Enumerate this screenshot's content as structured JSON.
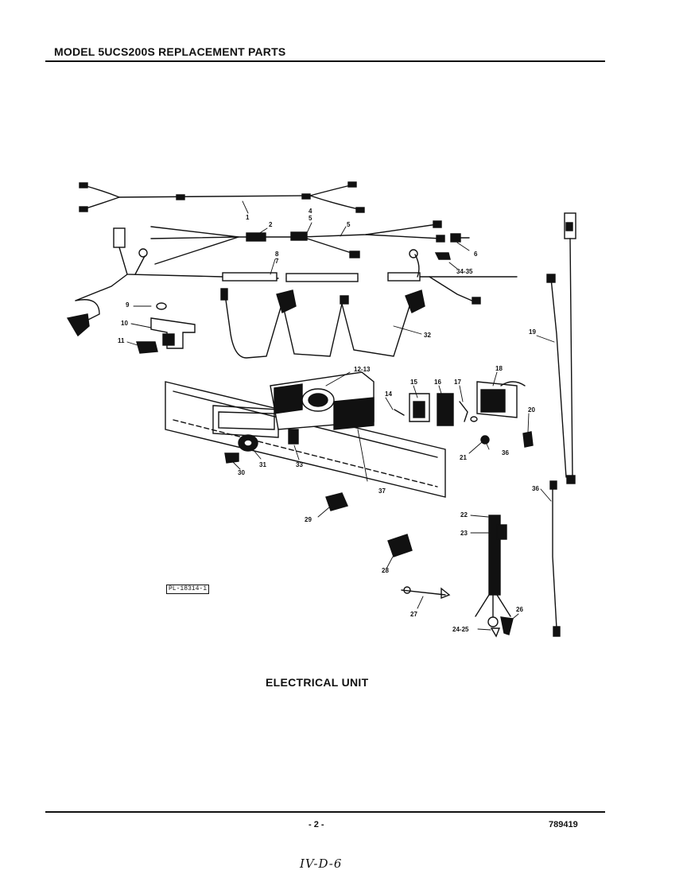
{
  "header": {
    "title": "MODEL 5UCS200S REPLACEMENT PARTS"
  },
  "diagram": {
    "caption": "ELECTRICAL UNIT",
    "plate_id": "PL-18314-1",
    "part_labels": [
      "1",
      "2",
      "4",
      "5",
      "5",
      "6",
      "8",
      "7",
      "34-35",
      "9",
      "10",
      "11",
      "32",
      "12-13",
      "14",
      "15",
      "16",
      "17",
      "18",
      "19",
      "20",
      "21",
      "36",
      "37",
      "30",
      "31",
      "33",
      "29",
      "36",
      "22",
      "23",
      "28",
      "27",
      "24-25",
      "26"
    ]
  },
  "footer": {
    "page_number": "- 2 -",
    "document_number": "789419",
    "handwritten_note": "IV-D-6"
  }
}
